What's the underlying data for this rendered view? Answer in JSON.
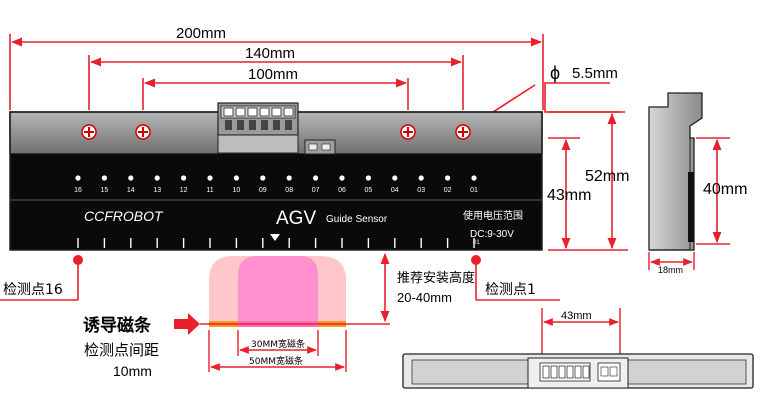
{
  "dimensions": {
    "w200": "200mm",
    "w140": "140mm",
    "w100": "100mm",
    "hole": "5.5mm",
    "h52": "52mm",
    "h43": "43mm",
    "side_h": "40mm",
    "side_w": "18mm",
    "bottom_w": "43mm"
  },
  "device": {
    "brand": "CCFROBOT",
    "model": "AGV",
    "model_sub": "Guide Sensor",
    "voltage_label": "使用电压范围",
    "voltage_value": "DC:9-30V",
    "point_mark": "01",
    "channels": [
      "16",
      "15",
      "14",
      "13",
      "12",
      "11",
      "10",
      "09",
      "08",
      "07",
      "06",
      "05",
      "04",
      "03",
      "02",
      "01"
    ]
  },
  "annotations": {
    "left_point": "检测点16",
    "right_point": "检测点1",
    "install_height_line1": "推荐安装高度",
    "install_height_line2": "20-40mm",
    "magnetic_strip": "诱导磁条",
    "spacing_line1": "检测点间距",
    "spacing_line2": "10mm",
    "strip30": "30MM宽磁条",
    "strip50": "50MM宽磁条"
  },
  "colors": {
    "dim_red": "#e8202c",
    "body_dark": "#0a0a0a",
    "panel_gray": "#8a8a8a",
    "strip_pink": "#ff8fcf",
    "strip_light": "#ffc7c9",
    "strip_orange": "#f59a23"
  }
}
